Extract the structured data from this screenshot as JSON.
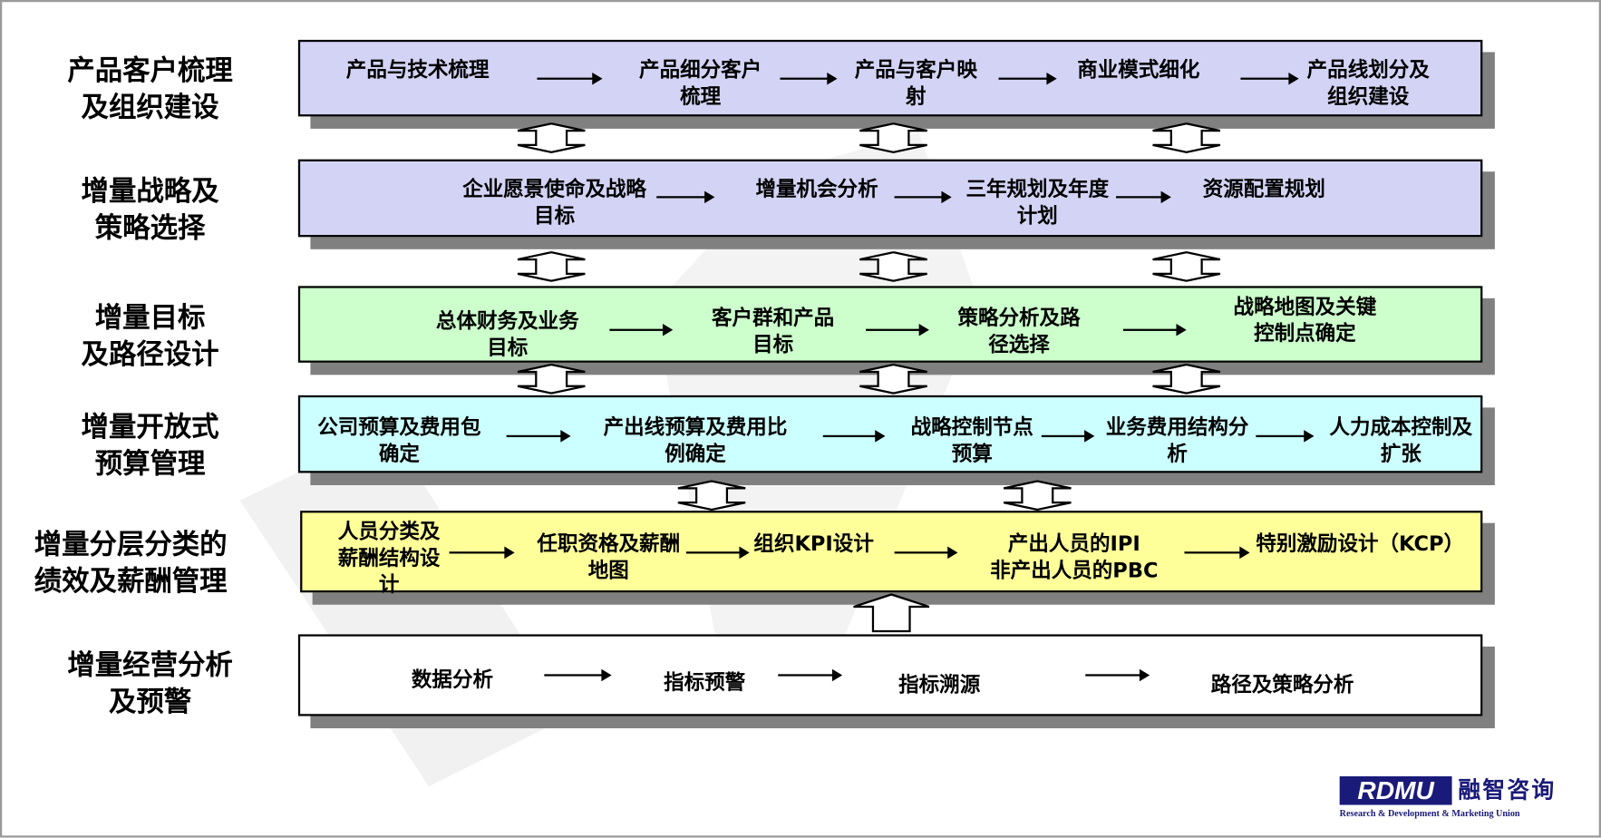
{
  "colors": {
    "lavender": "#D3D3F5",
    "green": "#CCFFCC",
    "cyan": "#CCFFFF",
    "yellow": "#FFFF99",
    "white": "#FFFFFF",
    "shadow": "#808080"
  },
  "rows": [
    {
      "label": "产品客户梳理\n及组织建设",
      "color": "#D3D3F5",
      "items": [
        "产品与技术梳理",
        "产品细分客户\n梳理",
        "产品与客户映\n射",
        "商业模式细化",
        "产品线划分及\n组织建设"
      ]
    },
    {
      "label": "增量战略及\n策略选择",
      "color": "#D3D3F5",
      "items": [
        "企业愿景使命及战略\n目标",
        "增量机会分析",
        "三年规划及年度\n计划",
        "资源配置规划"
      ]
    },
    {
      "label": "增量目标\n及路径设计",
      "color": "#CCFFCC",
      "items": [
        "总体财务及业务\n目标",
        "客户群和产品\n目标",
        "策略分析及路\n径选择",
        "战略地图及关键\n控制点确定"
      ]
    },
    {
      "label": "增量开放式\n预算管理",
      "color": "#CCFFFF",
      "items": [
        "公司预算及费用包\n确定",
        "产出线预算及费用比\n例确定",
        "战略控制节点\n预算",
        "业务费用结构分\n析",
        "人力成本控制及\n扩张"
      ]
    },
    {
      "label": "增量分层分类的\n绩效及薪酬管理",
      "color": "#FFFF99",
      "items": [
        "人员分类及\n薪酬结构设\n计",
        "任职资格及薪酬\n地图",
        "组织KPI设计",
        "产出人员的IPI\n非产出人员的PBC",
        "特别激励设计（KCP）"
      ]
    },
    {
      "label": "增量经营分析\n及预警",
      "color": "#FFFFFF",
      "items": [
        "数据分析",
        "指标预警",
        "指标溯源",
        "路径及策略分析"
      ]
    }
  ],
  "logo": {
    "mark": "RDMU",
    "cn": "融智咨询",
    "en": "Research & Development & Marketing Union"
  }
}
